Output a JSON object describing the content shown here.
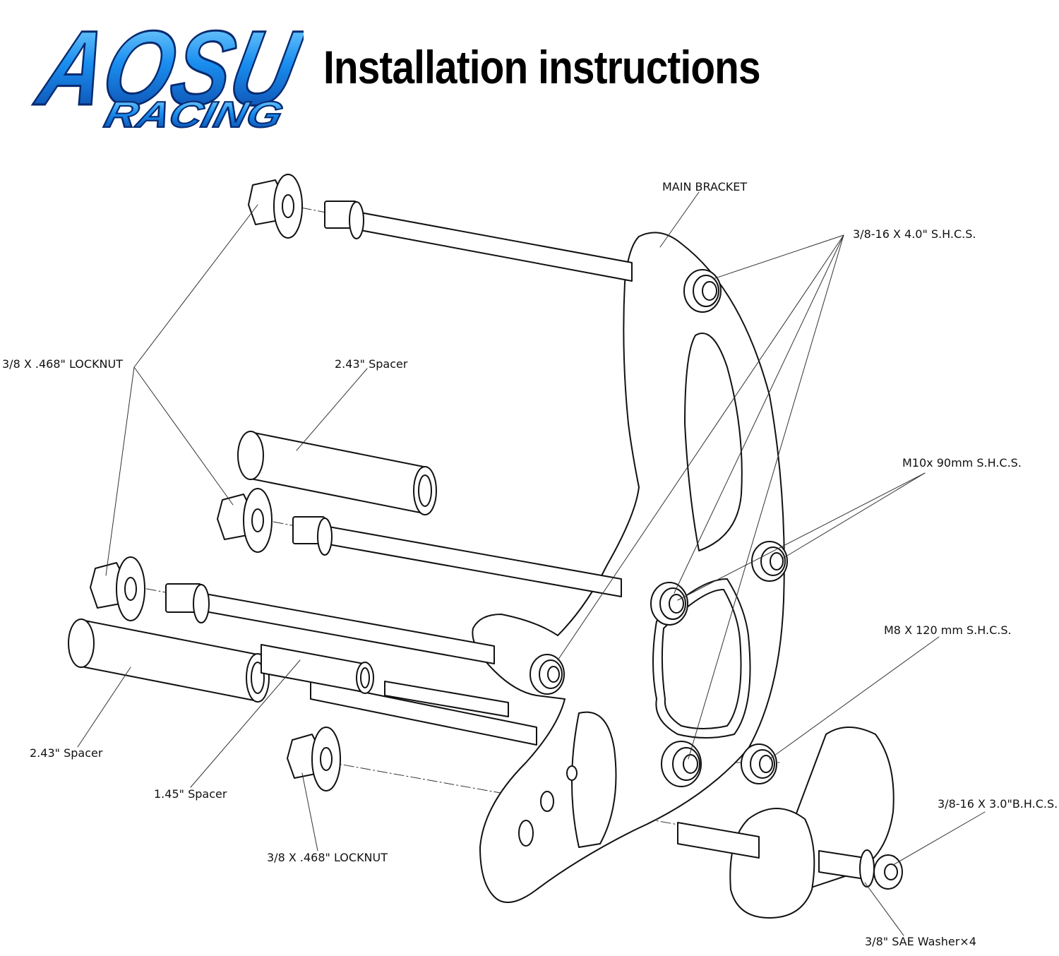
{
  "brand": {
    "logo_main": "AOSU",
    "logo_sub": "RACING",
    "colors": {
      "primary": "#1a8ff0",
      "dark": "#0a3e9e",
      "light": "#7fd0ff"
    }
  },
  "title": "Installation instructions",
  "labels": {
    "main_bracket": "MAIN BRACKET",
    "shcs_4": "3/8-16 X 4.0\" S.H.C.S.",
    "locknut_upper": "3/8 X .468\" LOCKNUT",
    "spacer_243_upper": "2.43\" Spacer",
    "m10_shcs": "M10x 90mm S.H.C.S.",
    "m8_shcs": "M8 X 120 mm S.H.C.S.",
    "spacer_243_lower": "2.43\" Spacer",
    "spacer_145": "1.45\" Spacer",
    "locknut_lower": "3/8 X .468\" LOCKNUT",
    "bhcs_3": "3/8-16 X 3.0\"B.H.C.S.",
    "washer": "3/8\" SAE Washer×4"
  }
}
